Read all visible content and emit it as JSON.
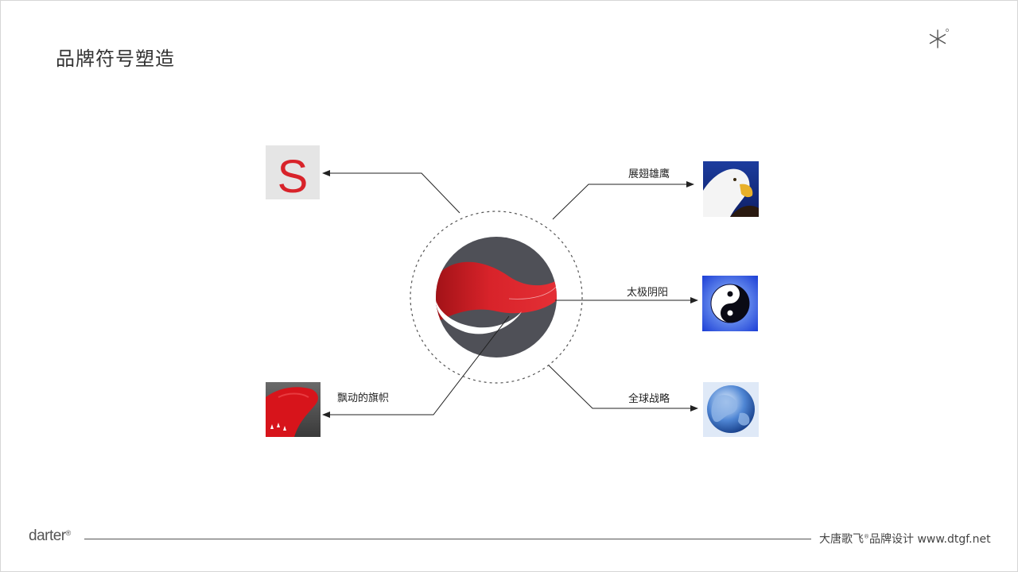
{
  "page": {
    "title": "品牌符号塑造"
  },
  "diagram": {
    "center_icon": "s-ribbon-logo-icon",
    "nodes": [
      {
        "id": "letter-s",
        "label": "",
        "icon": "letter-s-icon",
        "image_text": "S"
      },
      {
        "id": "eagle",
        "label": "展翅雄鹰",
        "icon": "eagle-icon"
      },
      {
        "id": "taiji",
        "label": "太极阴阳",
        "icon": "yin-yang-icon"
      },
      {
        "id": "flag",
        "label": "飘动的旗帜",
        "icon": "red-flag-icon"
      },
      {
        "id": "globe",
        "label": "全球战略",
        "icon": "globe-icon"
      }
    ]
  },
  "colors": {
    "brand_red": "#d8232a",
    "brand_gray": "#4f5057",
    "line": "#222222",
    "text": "#333333"
  },
  "footer": {
    "brand_name": "darter",
    "brand_mark": "®",
    "company_name": "大唐歌飞",
    "company_mark": "®",
    "company_tail": "品牌设计",
    "website": "www.dtgf.net"
  }
}
